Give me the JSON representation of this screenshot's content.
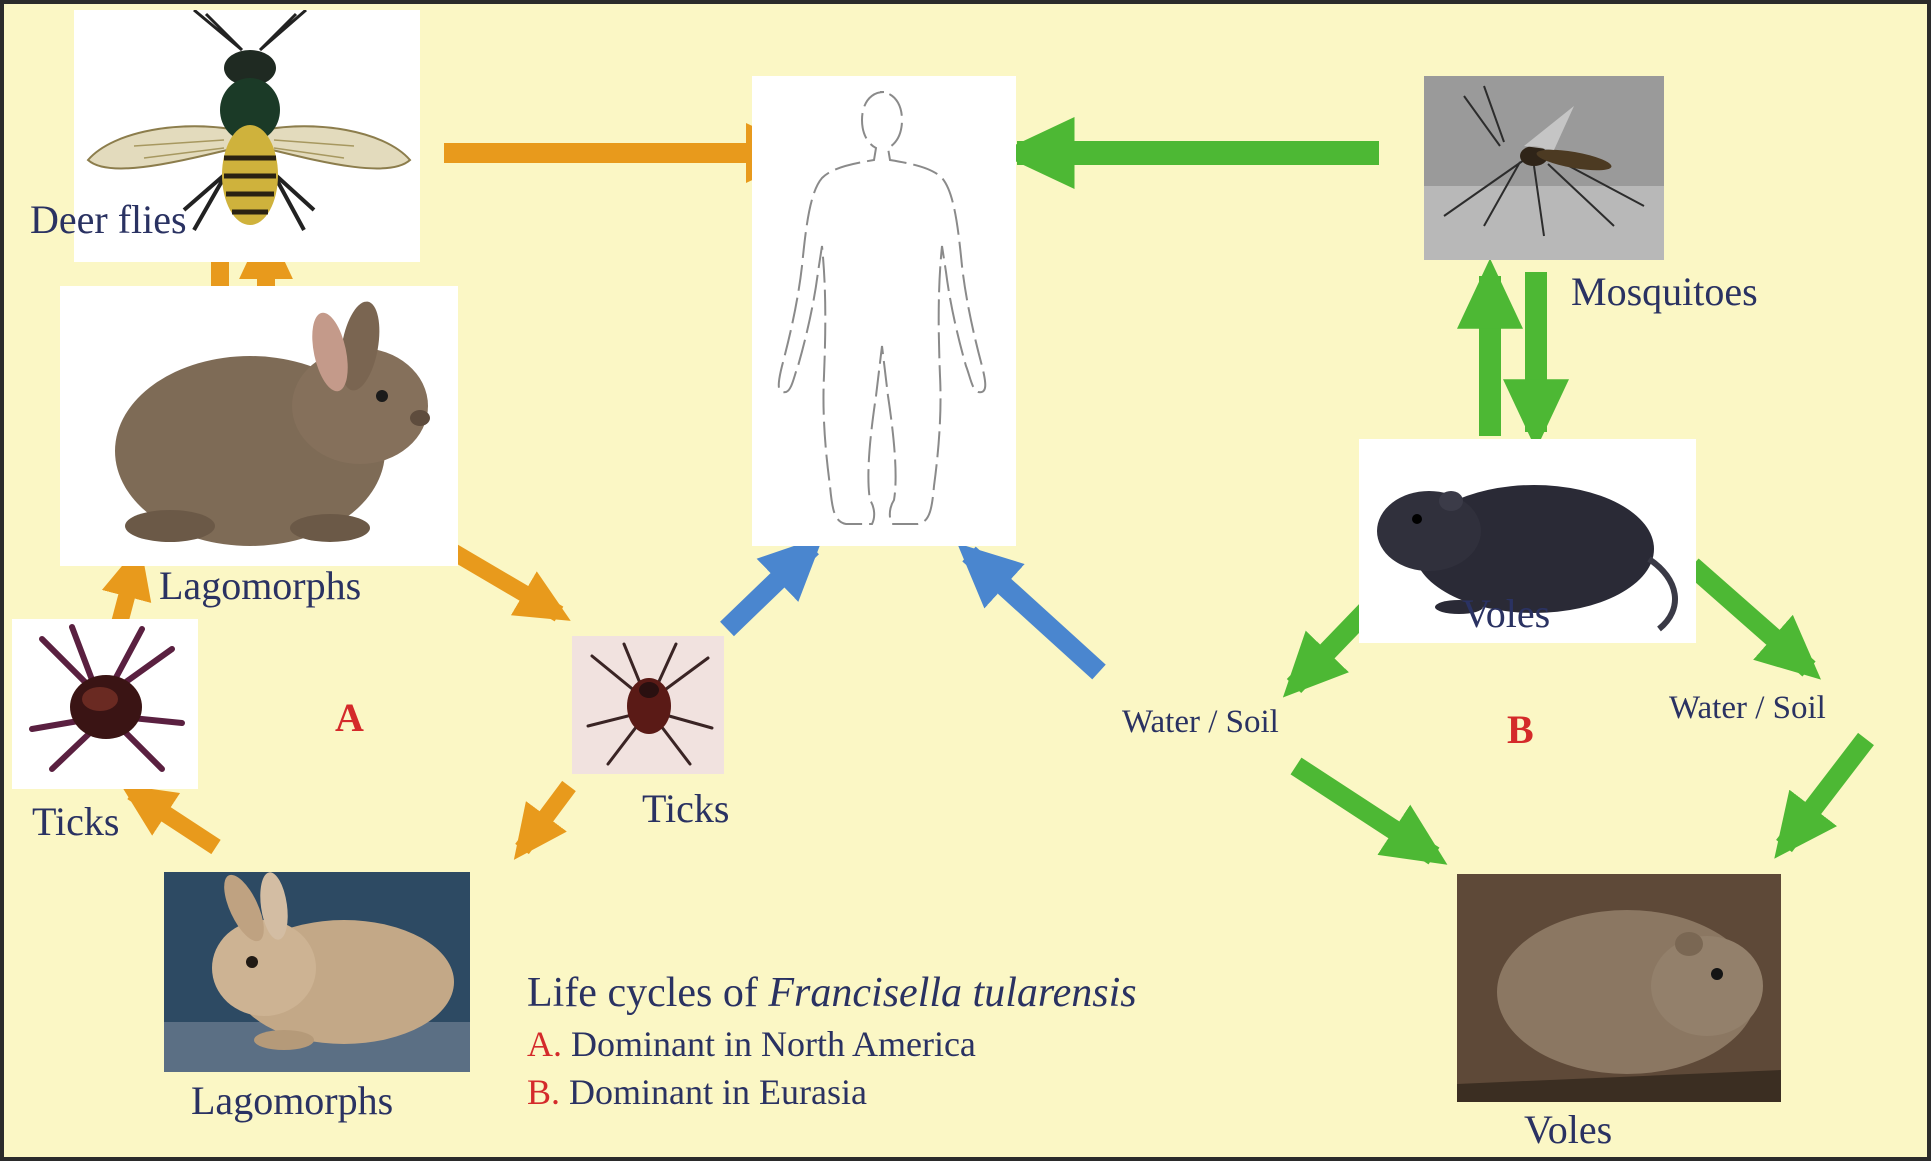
{
  "labels": {
    "deer_flies": "Deer flies",
    "mosquitoes": "Mosquitoes",
    "lagomorphs_top": "Lagomorphs",
    "lagomorphs_bottom": "Lagomorphs",
    "ticks_left": "Ticks",
    "ticks_center": "Ticks",
    "voles_top": "Voles",
    "voles_bottom": "Voles",
    "water_soil_left": "Water / Soil",
    "water_soil_right": "Water / Soil"
  },
  "regions": {
    "a": "A",
    "b": "B"
  },
  "legend": {
    "title_prefix": "Life cycles of",
    "title_species": "Francisella tularensis",
    "line_a_key": "A.",
    "line_a_text": "Dominant in North America",
    "line_b_key": "B.",
    "line_b_text": "Dominant in Eurasia"
  },
  "colors": {
    "background": "#fbf7c5",
    "cycle_a_arrows": "#e89a1c",
    "cycle_b_arrows": "#4db834",
    "to_human_arrows": "#4a86cf",
    "region_letters": "#d42a2a",
    "label_text": "#2a3262"
  },
  "icons": {
    "human": "human-outline-icon",
    "deer_fly": "deer-fly-icon",
    "mosquito": "mosquito-icon",
    "rabbit": "rabbit-icon",
    "tick": "tick-icon",
    "vole": "vole-icon"
  }
}
